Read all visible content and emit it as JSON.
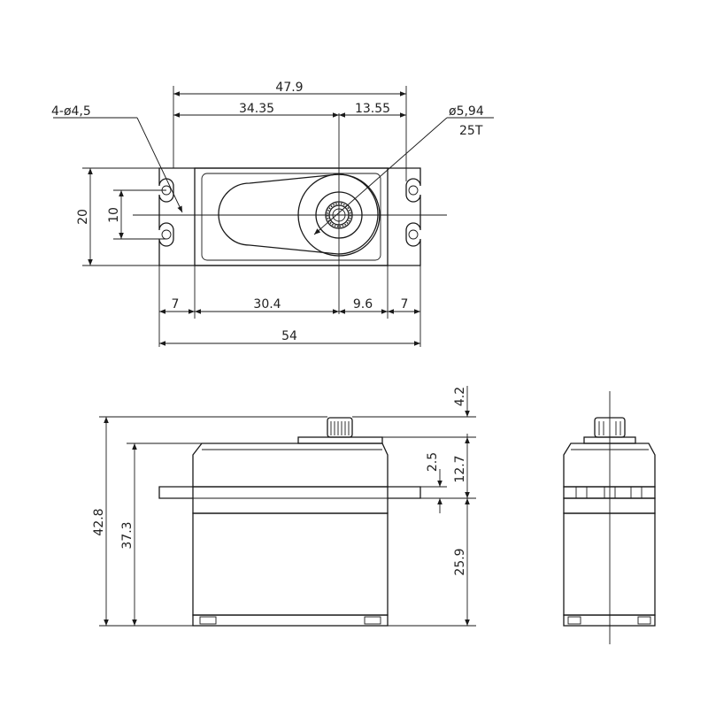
{
  "top_view": {
    "dims": {
      "overall_width": "47.9",
      "left_to_shaft": "34.35",
      "shaft_to_right": "13.55",
      "hole_spec": "4-ø4,5",
      "spline_diameter": "ø5,94",
      "spline_teeth": "25T",
      "height_20": "20",
      "hole_spacing_10": "10",
      "flange_left_7": "7",
      "body_30_4": "30.4",
      "shaft_9_6": "9.6",
      "flange_right_7": "7",
      "total_54": "54"
    }
  },
  "front_view": {
    "dims": {
      "spline_height": "4.2",
      "upper_case": "12.7",
      "ear_thickness": "2.5",
      "total_height": "42.8",
      "case_height": "37.3",
      "lower_case": "25.9"
    }
  }
}
